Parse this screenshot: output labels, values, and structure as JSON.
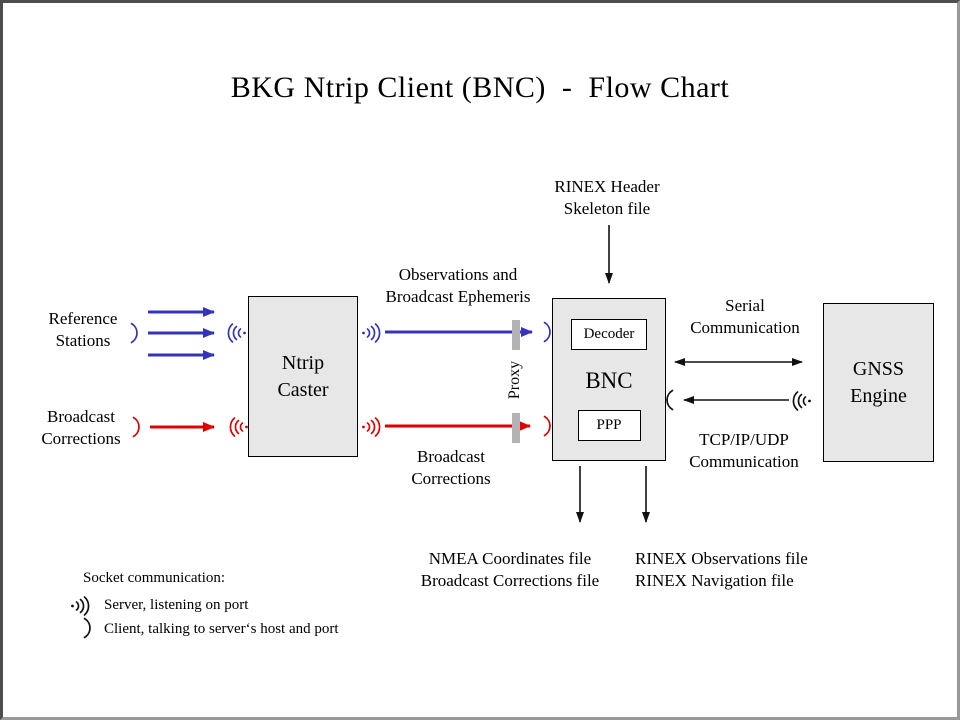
{
  "colors": {
    "blue": "#3533bb",
    "red": "#e00000",
    "node_fill": "#e7e7e7",
    "proxy_bar": "#b3b3b3",
    "frame_dark": "#4d4d4d",
    "frame_light": "#999999"
  },
  "title": "BKG Ntrip Client (BNC)  -  Flow Chart",
  "sources": {
    "reference_stations": {
      "line1": "Reference",
      "line2": "Stations"
    },
    "broadcast_corrections": {
      "line1": "Broadcast",
      "line2": "Corrections"
    }
  },
  "nodes": {
    "ntrip_caster": {
      "line1": "Ntrip",
      "line2": "Caster"
    },
    "bnc": {
      "label": "BNC",
      "decoder": "Decoder",
      "ppp": "PPP"
    },
    "gnss_engine": {
      "line1": "GNSS",
      "line2": "Engine"
    }
  },
  "edges": {
    "observations": {
      "line1": "Observations and",
      "line2": "Broadcast Ephemeris"
    },
    "corrections": {
      "line1": "Broadcast",
      "line2": "Corrections"
    },
    "proxy": "Proxy",
    "rinex_header": {
      "line1": "RINEX Header",
      "line2": "Skeleton file"
    },
    "serial": {
      "line1": "Serial",
      "line2": "Communication"
    },
    "tcp": {
      "line1": "TCP/IP/UDP",
      "line2": "Communication"
    }
  },
  "outputs": {
    "nmea": {
      "line1": "NMEA Coordinates file",
      "line2": "Broadcast Corrections file"
    },
    "rinex": {
      "line1": "RINEX Observations file",
      "line2": "RINEX Navigation file"
    }
  },
  "legend": {
    "title": "Socket communication:",
    "server": "Server, listening on port",
    "client": "Client, talking to server‘s host and port"
  }
}
